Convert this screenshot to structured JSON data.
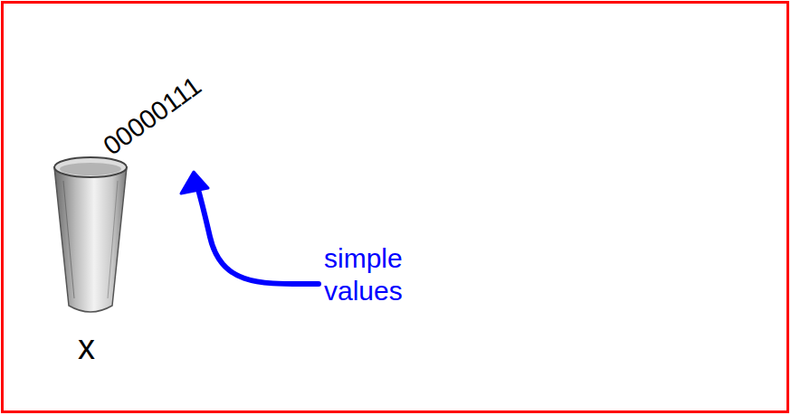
{
  "diagram": {
    "labels": [
      "00000111",
      "simple values",
      "x"
    ]
  }
}
